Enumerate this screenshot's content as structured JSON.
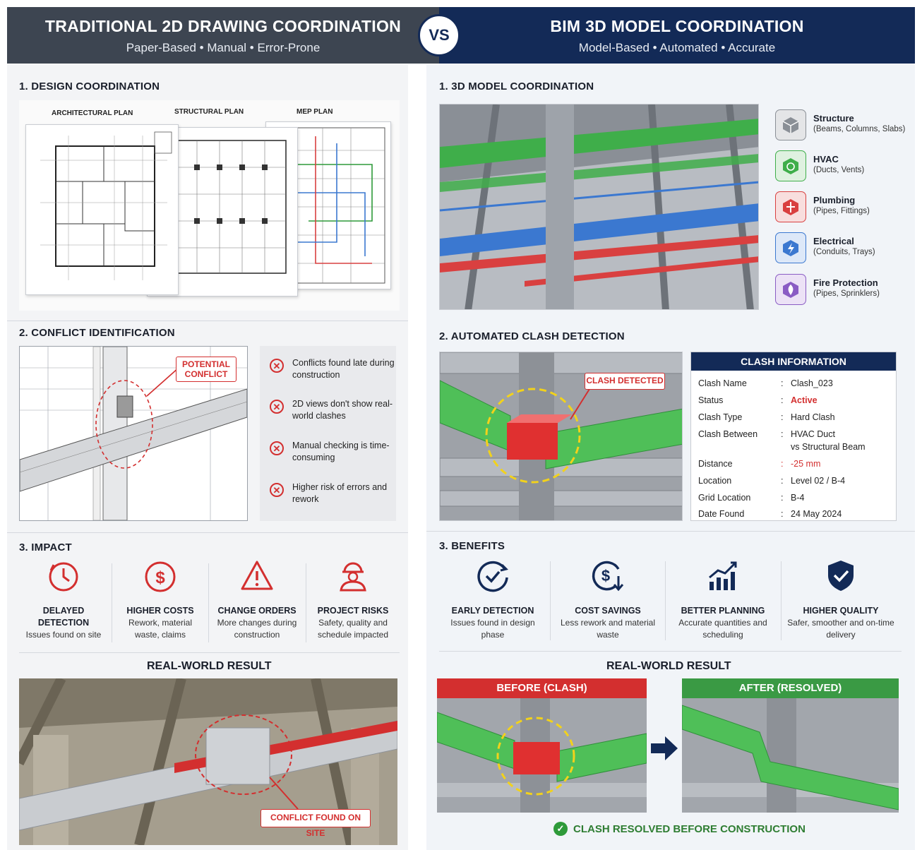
{
  "header": {
    "left_title": "TRADITIONAL 2D DRAWING COORDINATION",
    "left_subtitle": "Paper-Based • Manual • Error-Prone",
    "vs": "VS",
    "right_title": "BIM 3D MODEL COORDINATION",
    "right_subtitle": "Model-Based • Automated • Accurate"
  },
  "left": {
    "design_title": "1. DESIGN COORDINATION",
    "plans": [
      "ARCHITECTURAL PLAN",
      "STRUCTURAL PLAN",
      "MEP PLAN"
    ],
    "conflict_title": "2. CONFLICT IDENTIFICATION",
    "potential_conflict": "POTENTIAL CONFLICT",
    "bullets": [
      "Conflicts found late during construction",
      "2D views don't show real-world clashes",
      "Manual checking is time-consuming",
      "Higher risk of errors and rework"
    ],
    "impact_title": "3. IMPACT",
    "impacts": [
      {
        "title": "DELAYED DETECTION",
        "desc": "Issues found on site",
        "icon": "clock-icon"
      },
      {
        "title": "HIGHER COSTS",
        "desc": "Rework, material waste, claims",
        "icon": "dollar-icon"
      },
      {
        "title": "CHANGE ORDERS",
        "desc": "More changes during construction",
        "icon": "warning-icon"
      },
      {
        "title": "PROJECT RISKS",
        "desc": "Safety, quality and schedule impacted",
        "icon": "worker-icon"
      }
    ],
    "result_title": "REAL-WORLD RESULT",
    "conflict_site": "CONFLICT FOUND ON SITE"
  },
  "right": {
    "model_title": "1. 3D MODEL COORDINATION",
    "layers": [
      {
        "name": "Structure",
        "sub": "(Beams, Columns, Slabs)",
        "color": "#8a8f96"
      },
      {
        "name": "HVAC",
        "sub": "(Ducts, Vents)",
        "color": "#3fae4a"
      },
      {
        "name": "Plumbing",
        "sub": "(Pipes, Fittings)",
        "color": "#d94040"
      },
      {
        "name": "Electrical",
        "sub": "(Conduits, Trays)",
        "color": "#3b78d0"
      },
      {
        "name": "Fire Protection",
        "sub": "(Pipes, Sprinklers)",
        "color": "#8a5cc4"
      }
    ],
    "clash_title": "2. AUTOMATED CLASH DETECTION",
    "clash_detected": "CLASH DETECTED",
    "info": {
      "heading": "CLASH INFORMATION",
      "rows": [
        {
          "k": "Clash Name",
          "v": "Clash_023"
        },
        {
          "k": "Status",
          "v": "Active"
        },
        {
          "k": "Clash Type",
          "v": "Hard Clash"
        },
        {
          "k": "Clash Between",
          "v": "HVAC Duct",
          "v2": "vs Structural Beam"
        },
        {
          "k": "Distance",
          "v": "-25 mm"
        },
        {
          "k": "Location",
          "v": "Level 02 / B-4"
        },
        {
          "k": "Grid Location",
          "v": "B-4"
        },
        {
          "k": "Date Found",
          "v": "24 May 2024"
        }
      ]
    },
    "benefits_title": "3. BENEFITS",
    "benefits": [
      {
        "title": "EARLY DETECTION",
        "desc": "Issues found in design phase",
        "icon": "clock-check-icon"
      },
      {
        "title": "COST SAVINGS",
        "desc": "Less rework and material waste",
        "icon": "dollar-down-icon"
      },
      {
        "title": "BETTER PLANNING",
        "desc": "Accurate quantities and scheduling",
        "icon": "chart-icon"
      },
      {
        "title": "HIGHER QUALITY",
        "desc": "Safer, smoother and on-time delivery",
        "icon": "shield-check-icon"
      }
    ],
    "result_title": "REAL-WORLD RESULT",
    "before": "BEFORE (CLASH)",
    "after": "AFTER (RESOLVED)",
    "resolved": "CLASH RESOLVED BEFORE CONSTRUCTION"
  },
  "colors": {
    "left_header": "#3d4551",
    "right_header": "#132a57",
    "red": "#d32f2f",
    "green": "#2e9a3a",
    "navy": "#132a57"
  }
}
